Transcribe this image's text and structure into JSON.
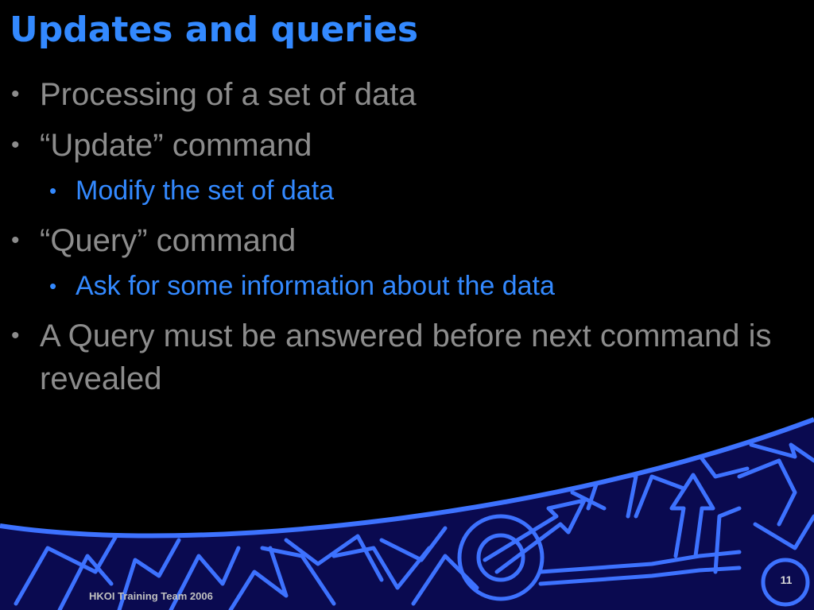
{
  "slide": {
    "title": "Updates and queries",
    "footer": "HKOI Training Team 2006",
    "page_number": "11",
    "bullet_char": "•",
    "bullets": [
      {
        "text": "Processing of a set of data"
      },
      {
        "text": "“Update” command",
        "sub": "Modify the set of data"
      },
      {
        "text": "“Query” command",
        "sub": "Ask for some information about the data"
      },
      {
        "text": "A Query must be answered before next command is revealed"
      }
    ]
  },
  "colors": {
    "background": "#000000",
    "title": "#3389ff",
    "body_text": "#8c8c8c",
    "sub_text": "#3389ff",
    "band_fill": "#0a0a50",
    "band_lines": "#3d72ff"
  },
  "decoration": {
    "icon": "arrows-pattern-band"
  }
}
